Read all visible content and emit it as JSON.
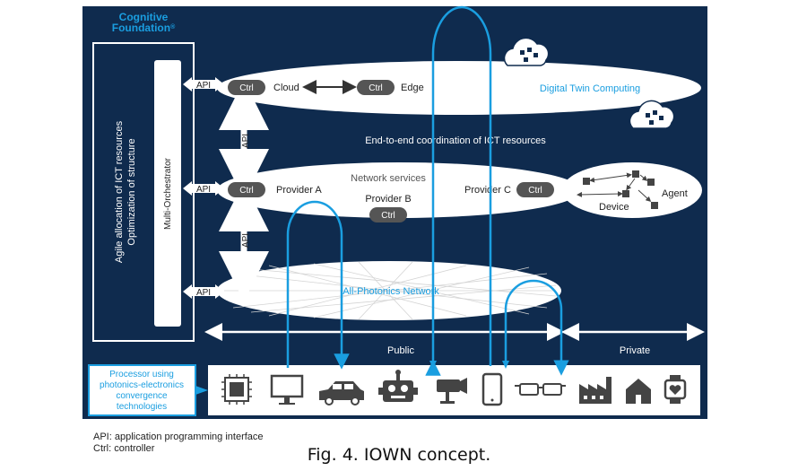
{
  "cognitive_foundation": "Cognitive Foundation",
  "trademark": "®",
  "left_panel": {
    "agile_line1": "Agile allocation of ICT resources",
    "agile_line2": "Optimization of structure",
    "multi_orchestrator": "Multi-Orchestrator"
  },
  "api_label": "API",
  "ctrl_label": "Ctrl",
  "cloud_layer": {
    "cloud": "Cloud",
    "edge": "Edge",
    "digital_twin": "Digital Twin Computing"
  },
  "coordination": "End-to-end coordination of ICT resources",
  "network_layer": {
    "title": "Network services",
    "provider_a": "Provider A",
    "provider_b": "Provider B",
    "provider_c": "Provider C"
  },
  "device_cluster": {
    "device": "Device",
    "agent": "Agent"
  },
  "photonics": "All-Photonics Network",
  "public_label": "Public",
  "private_label": "Private",
  "processor_box": [
    "Processor using",
    "photonics-electronics",
    "convergence",
    "technologies"
  ],
  "devices": [
    "chip-icon",
    "monitor-icon",
    "car-icon",
    "robot-icon",
    "camera-icon",
    "tablet-icon",
    "glasses-icon",
    "factory-icon",
    "house-icon",
    "smartwatch-icon"
  ],
  "footnotes": [
    "API: application programming interface",
    "Ctrl: controller"
  ],
  "figure_caption": "Fig. 4. IOWN concept.",
  "colors": {
    "navy": "#0f2b4e",
    "accent": "#1a9ee0",
    "pill": "#555555",
    "white": "#ffffff"
  }
}
